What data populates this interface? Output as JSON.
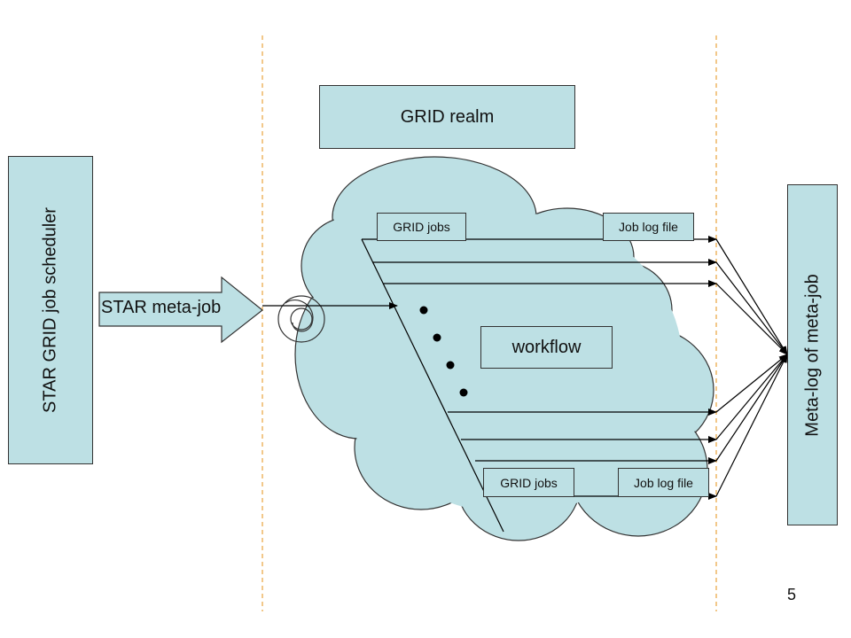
{
  "scheduler_label": "STAR GRID job scheduler",
  "metajob_arrow_label": "STAR meta-job",
  "grid_realm_label": "GRID realm",
  "workflow_label": "workflow",
  "grid_jobs_top_label": "GRID jobs",
  "job_log_top_label": "Job log file",
  "grid_jobs_bottom_label": "GRID jobs",
  "job_log_bottom_label": "Job log file",
  "metalog_label": "Meta-log of meta-job",
  "page_number": "5",
  "colors": {
    "fill": "#bde0e4",
    "outline": "#333333",
    "divider": "#e8a33c"
  }
}
